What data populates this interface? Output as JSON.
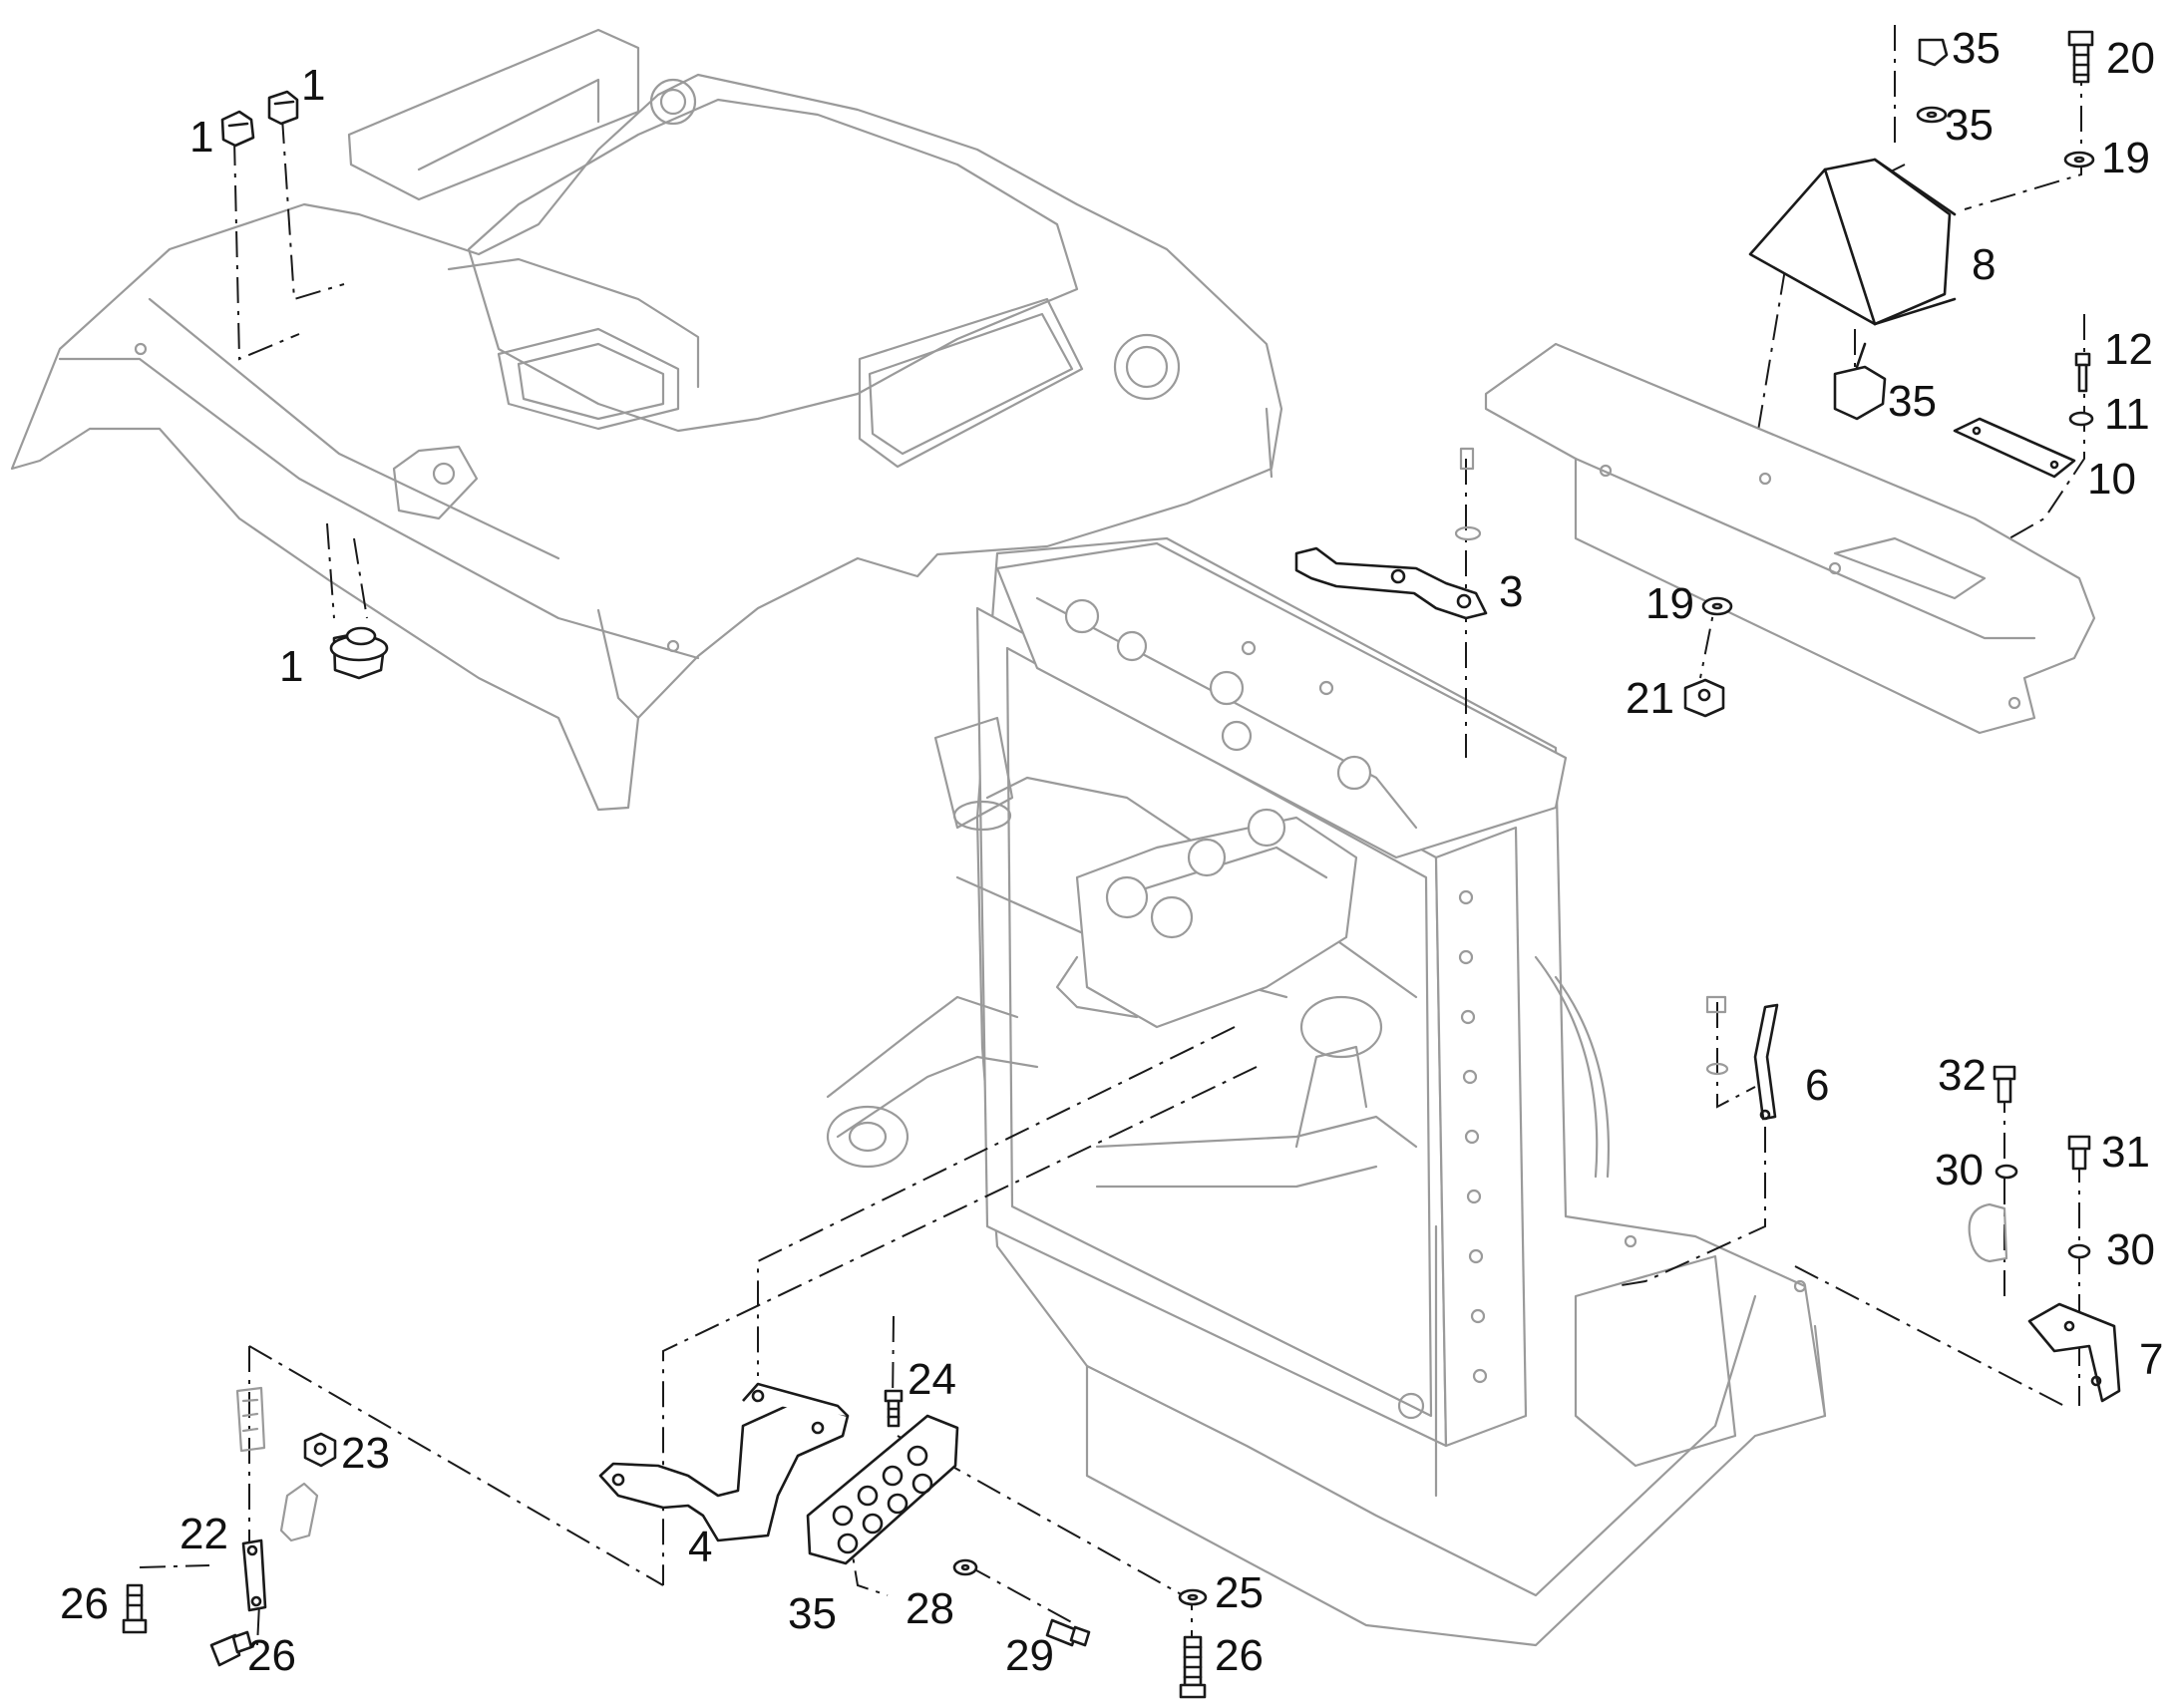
{
  "diagram": {
    "callouts": [
      {
        "id": "c1a",
        "text": "1"
      },
      {
        "id": "c1b",
        "text": "1"
      },
      {
        "id": "c1c",
        "text": "1"
      },
      {
        "id": "c3",
        "text": "3"
      },
      {
        "id": "c4",
        "text": "4"
      },
      {
        "id": "c6",
        "text": "6"
      },
      {
        "id": "c7",
        "text": "7"
      },
      {
        "id": "c8",
        "text": "8"
      },
      {
        "id": "c10",
        "text": "10"
      },
      {
        "id": "c11",
        "text": "11"
      },
      {
        "id": "c12",
        "text": "12"
      },
      {
        "id": "c19a",
        "text": "19"
      },
      {
        "id": "c19b",
        "text": "19"
      },
      {
        "id": "c20",
        "text": "20"
      },
      {
        "id": "c21",
        "text": "21"
      },
      {
        "id": "c22",
        "text": "22"
      },
      {
        "id": "c23",
        "text": "23"
      },
      {
        "id": "c24",
        "text": "24"
      },
      {
        "id": "c25",
        "text": "25"
      },
      {
        "id": "c26a",
        "text": "26"
      },
      {
        "id": "c26b",
        "text": "26"
      },
      {
        "id": "c26c",
        "text": "26"
      },
      {
        "id": "c28",
        "text": "28"
      },
      {
        "id": "c29",
        "text": "29"
      },
      {
        "id": "c30a",
        "text": "30"
      },
      {
        "id": "c30b",
        "text": "30"
      },
      {
        "id": "c31",
        "text": "31"
      },
      {
        "id": "c32",
        "text": "32"
      },
      {
        "id": "c35a",
        "text": "35"
      },
      {
        "id": "c35b",
        "text": "35"
      },
      {
        "id": "c35c",
        "text": "35"
      },
      {
        "id": "c35d",
        "text": "35"
      }
    ]
  }
}
